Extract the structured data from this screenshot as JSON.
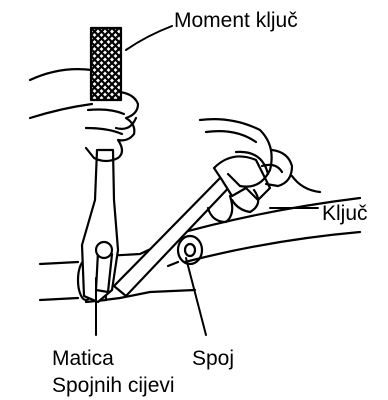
{
  "labels": {
    "torque_wrench": "Moment ključ",
    "wrench": "Ključ",
    "nut": "Matica",
    "union": "Spoj",
    "pipes": "Spojnih cijevi"
  },
  "colors": {
    "ink": "#000000",
    "paper": "#ffffff"
  }
}
